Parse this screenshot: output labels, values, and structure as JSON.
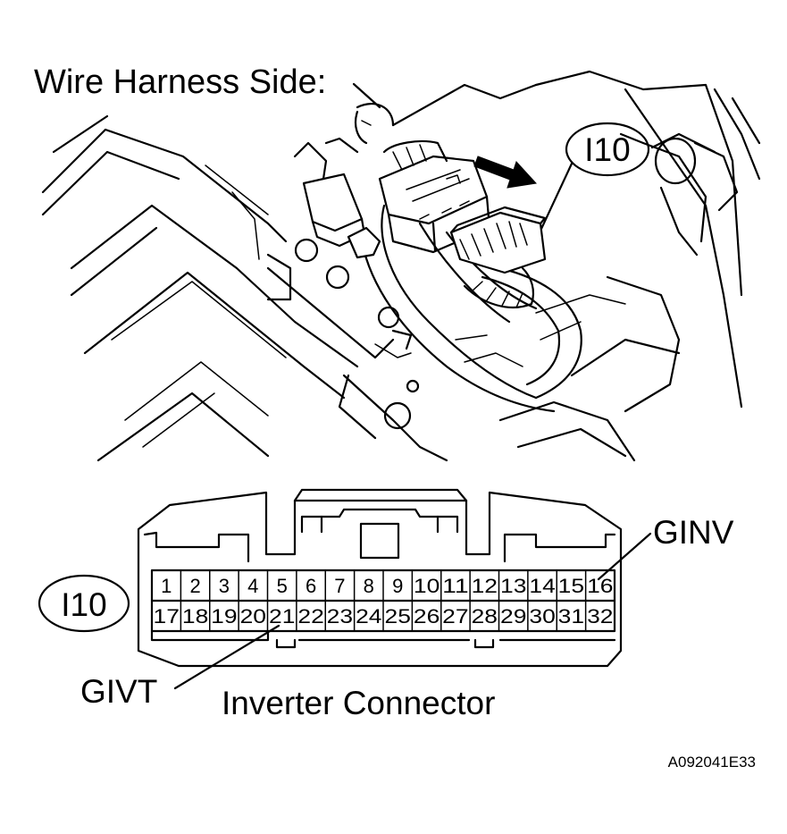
{
  "header": {
    "title": "Wire Harness Side:"
  },
  "photo": {
    "callout": "I10"
  },
  "connector": {
    "code": "I10",
    "name": "Inverter Connector",
    "pins_top": [
      "1",
      "2",
      "3",
      "4",
      "5",
      "6",
      "7",
      "8",
      "9",
      "10",
      "11",
      "12",
      "13",
      "14",
      "15",
      "16"
    ],
    "pins_bottom": [
      "17",
      "18",
      "19",
      "20",
      "21",
      "22",
      "23",
      "24",
      "25",
      "26",
      "27",
      "28",
      "29",
      "30",
      "31",
      "32"
    ],
    "labels": {
      "ginv": "GINV",
      "givt": "GIVT"
    }
  },
  "footer": {
    "figure_id": "A092041E33"
  },
  "colors": {
    "ink": "#000000",
    "paper": "#ffffff"
  }
}
